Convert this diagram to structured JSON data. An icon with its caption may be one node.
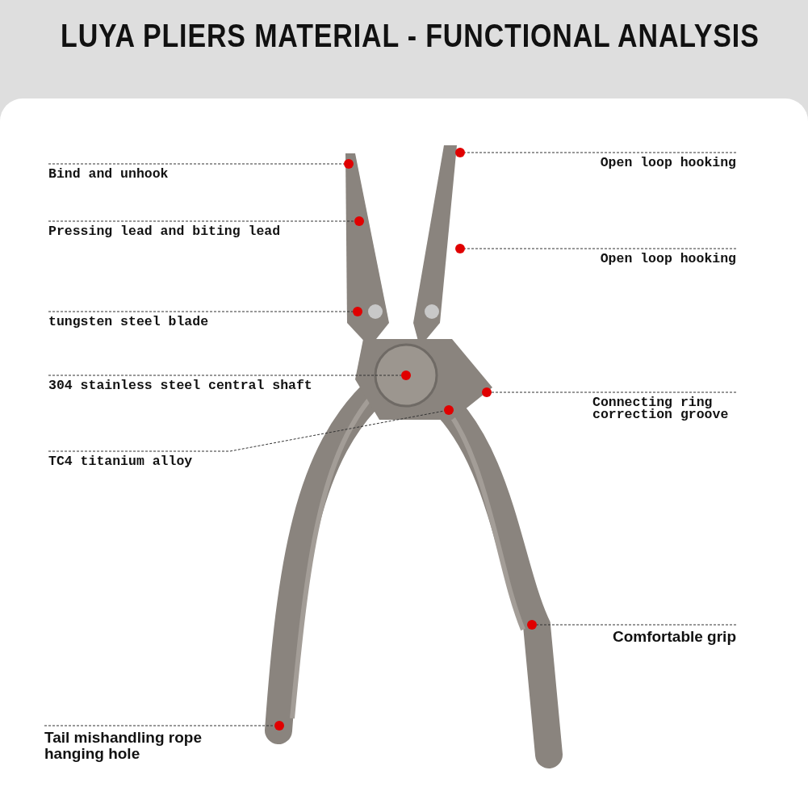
{
  "diagram": {
    "title": "LUYA PLIERS MATERIAL - FUNCTIONAL ANALYSIS",
    "nodes": [
      {
        "text": [
          "Open loop hooking"
        ]
      },
      {
        "text": [
          "Bind and unhook"
        ]
      },
      {
        "text": [
          "Pressing lead and biting lead"
        ]
      },
      {
        "text": [
          "Open loop hooking"
        ]
      },
      {
        "text": [
          "tungsten steel blade"
        ]
      },
      {
        "text": [
          "304 stainless steel central shaft"
        ]
      },
      {
        "text": [
          "Connecting ring correction groove"
        ]
      },
      {
        "text": [
          "TC4 titanium alloy"
        ]
      },
      {
        "text": [
          "Comfortable grip"
        ]
      },
      {
        "text": [
          "Tail mishandling rope hanging hole"
        ]
      },
      {
        "text": [],
        "shape": "circle"
      },
      {
        "text": [],
        "shape": "circle"
      },
      {
        "text": [],
        "shape": "circle"
      },
      {
        "text": [],
        "shape": "circle"
      },
      {
        "text": [],
        "shape": "circle"
      },
      {
        "text": [],
        "shape": "circle"
      },
      {
        "text": [],
        "shape": "circle"
      },
      {
        "text": [],
        "shape": "circle"
      },
      {
        "text": [],
        "shape": "circle"
      },
      {
        "text": [],
        "shape": "circle"
      }
    ],
    "edges": [
      {
        "from": 0,
        "to": 10,
        "arrow": "none",
        "style": "dashed"
      },
      {
        "from": 1,
        "to": 11,
        "arrow": "none",
        "style": "dashed"
      },
      {
        "from": 2,
        "to": 12,
        "arrow": "none",
        "style": "dashed"
      },
      {
        "from": 3,
        "to": 13,
        "arrow": "none",
        "style": "dashed"
      },
      {
        "from": 4,
        "to": 14,
        "arrow": "none",
        "style": "dashed"
      },
      {
        "from": 5,
        "to": 15,
        "arrow": "none",
        "style": "dashed"
      },
      {
        "from": 6,
        "to": 16,
        "arrow": "none",
        "style": "dashed"
      },
      {
        "from": 7,
        "to": 17,
        "arrow": "none",
        "style": "dashed"
      },
      {
        "from": 8,
        "to": 18,
        "arrow": "none",
        "style": "dashed"
      },
      {
        "from": 9,
        "to": 19,
        "arrow": "none",
        "style": "dashed"
      }
    ]
  }
}
